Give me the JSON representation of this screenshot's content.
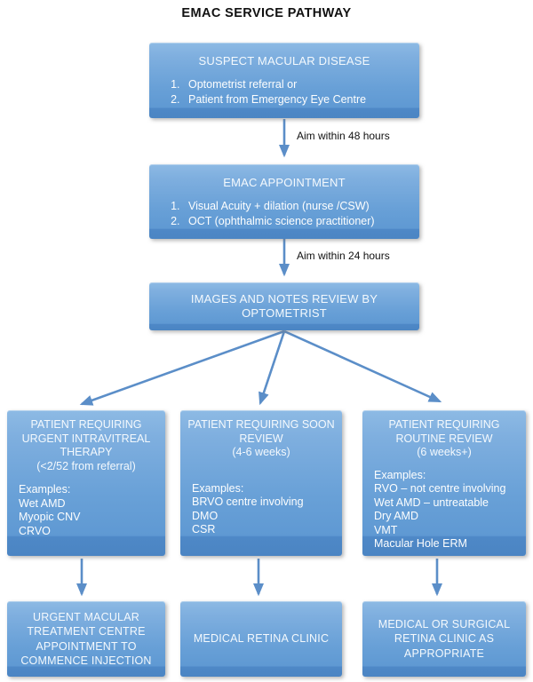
{
  "title": "EMAC SERVICE PATHWAY",
  "arrow_labels": {
    "to_emac": "Aim within 48 hours",
    "to_review": "Aim within 24 hours"
  },
  "nodes": {
    "suspect": {
      "heading": "SUSPECT MACULAR DISEASE",
      "items": [
        "Optometrist referral or",
        "Patient from Emergency Eye Centre"
      ]
    },
    "emac_appointment": {
      "heading": "EMAC APPOINTMENT",
      "items": [
        "Visual Acuity + dilation (nurse /CSW)",
        "OCT (ophthalmic science practitioner)"
      ]
    },
    "review": {
      "heading": "IMAGES AND NOTES REVIEW BY OPTOMETRIST"
    },
    "urgent": {
      "heading": "PATIENT REQUIRING URGENT INTRAVITREAL THERAPY",
      "subheading": "(<2/52 from referral)",
      "examples_label": "Examples:",
      "examples": [
        "Wet AMD",
        "Myopic CNV",
        "CRVO"
      ]
    },
    "soon": {
      "heading": "PATIENT REQUIRING SOON REVIEW",
      "subheading": "(4-6 weeks)",
      "examples_label": "Examples:",
      "examples": [
        "BRVO centre involving",
        "DMO",
        "CSR"
      ]
    },
    "routine": {
      "heading": "PATIENT REQUIRING ROUTINE REVIEW",
      "subheading": "(6 weeks+)",
      "examples_label": "Examples:",
      "examples": [
        "RVO – not centre involving",
        "Wet AMD – untreatable",
        "Dry AMD",
        "VMT",
        "Macular Hole ERM"
      ]
    },
    "urgent_outcome": {
      "heading": "URGENT MACULAR TREATMENT CENTRE APPOINTMENT TO COMMENCE INJECTION"
    },
    "soon_outcome": {
      "heading": "MEDICAL RETINA CLINIC"
    },
    "routine_outcome": {
      "heading": "MEDICAL OR SURGICAL RETINA CLINIC AS APPROPRIATE"
    }
  },
  "colors": {
    "box_gradient_top": "#8dbae4",
    "box_gradient_bottom": "#5f99d3",
    "box_bottom_band": "#4b85c3",
    "arrow": "#5b8ec8",
    "box_text": "#ffffff",
    "title_text": "#111111"
  }
}
